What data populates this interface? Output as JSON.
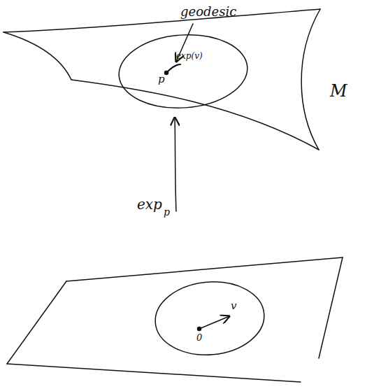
{
  "diagram": {
    "labels": [
      "geodesic",
      "p",
      "exp(v)",
      "M",
      "exp",
      "p",
      "v",
      "0"
    ]
  }
}
